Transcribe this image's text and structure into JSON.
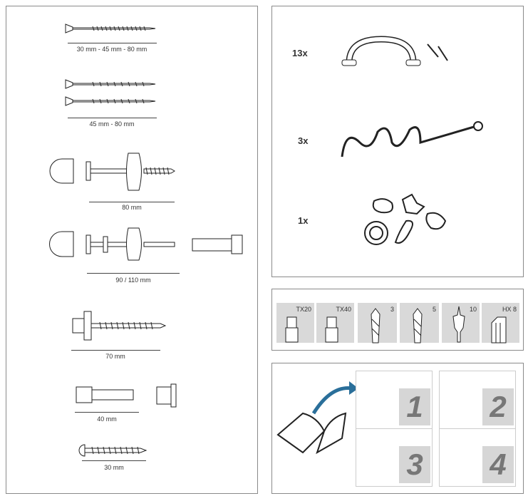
{
  "hardware": {
    "labels": [
      "30 mm - 45 mm - 80 mm",
      "45 mm - 80 mm",
      "80 mm",
      "90 / 110 mm",
      "70 mm",
      "40 mm",
      "30 mm"
    ]
  },
  "accessories": {
    "quantities": [
      "13x",
      "3x",
      "1x"
    ]
  },
  "tools": [
    {
      "label": "TX20",
      "icon": "torx-bit"
    },
    {
      "label": "TX40",
      "icon": "torx-bit"
    },
    {
      "label": "3",
      "icon": "drill-bit"
    },
    {
      "label": "5",
      "icon": "drill-bit"
    },
    {
      "label": "10",
      "icon": "spade-bit"
    },
    {
      "label": "HX 8",
      "icon": "hex-key"
    }
  ],
  "manual": {
    "steps": [
      "1",
      "2",
      "3",
      "4"
    ],
    "arrow_color": "#2a6f9a"
  }
}
